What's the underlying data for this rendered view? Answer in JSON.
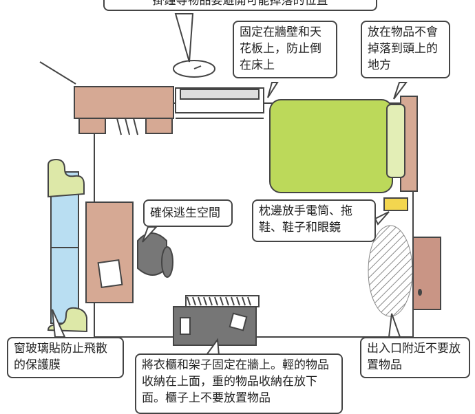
{
  "callouts": {
    "top_cut": "掛鐘等物品要避開可能掉落的位置",
    "ceiling": "固定在牆壁和天花板上，防止倒在床上",
    "bedhead": "放在物品不會掉落到頭上的地方",
    "space": "確保逃生空間",
    "pillow": "枕邊放手電筒、拖鞋、鞋子和眼鏡",
    "window": "窗玻璃貼防止飛散的保護膜",
    "door": "出入口附近不要放置物品",
    "shelf": "將衣櫃和架子固定在牆上。輕的物品收納在上面，重的物品收納在放下面。櫃子上不要放置物品"
  },
  "colors": {
    "outline": "#444444",
    "furniture": "#d6a994",
    "bed": "#bcd95a",
    "window_glass": "#b9def2",
    "curtain": "#dde8a8",
    "chair": "#777777",
    "shelf": "#767676",
    "flashlight": "#f3d64f",
    "door": "#c99585"
  }
}
